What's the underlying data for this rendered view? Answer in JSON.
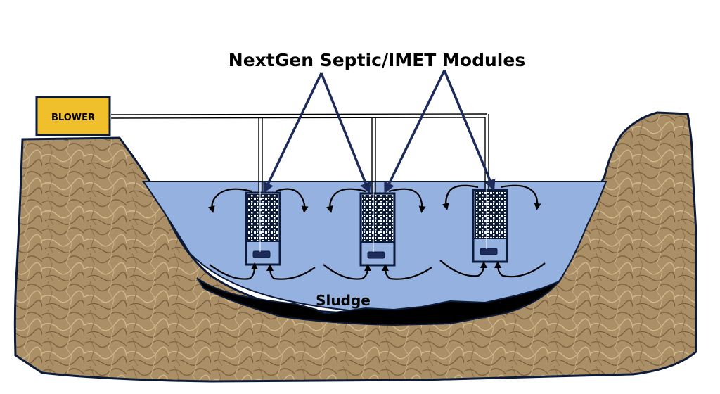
{
  "title": "NextGen Septic/IMET Modules",
  "blower": {
    "label": "BLOWER"
  },
  "sludge": {
    "label": "Sludge"
  },
  "modules": [
    {
      "id": "module-1"
    },
    {
      "id": "module-2"
    },
    {
      "id": "module-3"
    }
  ],
  "colors": {
    "blower_fill": "#f0bf2c",
    "outline": "#0d1b3a",
    "water": "#95b1df",
    "soil": "#a98d66",
    "soil_light": "#c3a97f",
    "sludge": "#000000",
    "callout_arrow": "#1c2b5a"
  }
}
